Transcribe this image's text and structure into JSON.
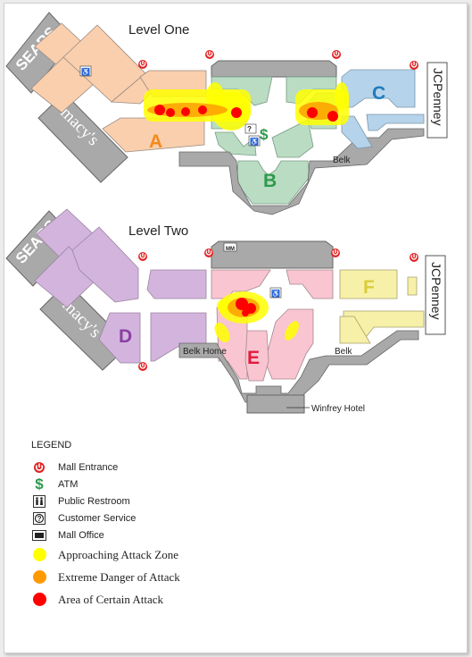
{
  "levels": [
    {
      "title": "Level One",
      "anchors": [
        "SEARS",
        "macy's",
        "JCPenney",
        "Belk"
      ],
      "stores": [
        "A",
        "B",
        "C"
      ]
    },
    {
      "title": "Level Two",
      "anchors": [
        "SEARS",
        "macy's",
        "JCPenney",
        "Belk Home",
        "Belk",
        "Winfrey Hotel"
      ],
      "stores": [
        "D",
        "E",
        "F"
      ]
    }
  ],
  "map_labels": {
    "sears": "SEARS",
    "macys": "macy's",
    "jcpenney": "JCPenney",
    "belk": "Belk",
    "belk_home": "Belk Home",
    "winfrey_hotel": "Winfrey Hotel",
    "atm_symbol": "$",
    "store_a": "A",
    "store_b": "B",
    "store_c": "C",
    "store_d": "D",
    "store_e": "E",
    "store_f": "F"
  },
  "legend": {
    "title": "LEGEND",
    "items": [
      {
        "icon": "mall-entrance-icon",
        "label": "Mall Entrance"
      },
      {
        "icon": "atm-icon",
        "label": "ATM",
        "symbol": "$"
      },
      {
        "icon": "restroom-icon",
        "label": "Public Restroom"
      },
      {
        "icon": "customer-service-icon",
        "label": "Customer Service"
      },
      {
        "icon": "mall-office-icon",
        "label": "Mall Office"
      }
    ],
    "zones": [
      {
        "label": "Approaching Attack Zone",
        "color": "#ffff00"
      },
      {
        "label": "Extreme Danger of Attack",
        "color": "#ff9900"
      },
      {
        "label": "Area of Certain Attack",
        "color": "#ff0000"
      }
    ]
  },
  "colors": {
    "store_a": "#f9cfae",
    "store_b": "#b9dcc3",
    "store_c": "#b5d3ea",
    "store_d": "#d3b4dd",
    "store_e": "#f8c5d1",
    "store_f": "#f6f0a8",
    "anchor": "#a9a9a9",
    "letter_a": "#f28a1e",
    "letter_b": "#2e9a4a",
    "letter_c": "#1f7bbd",
    "letter_d": "#8b3fa3",
    "letter_e": "#e4193d",
    "letter_f": "#d9cd3a"
  }
}
